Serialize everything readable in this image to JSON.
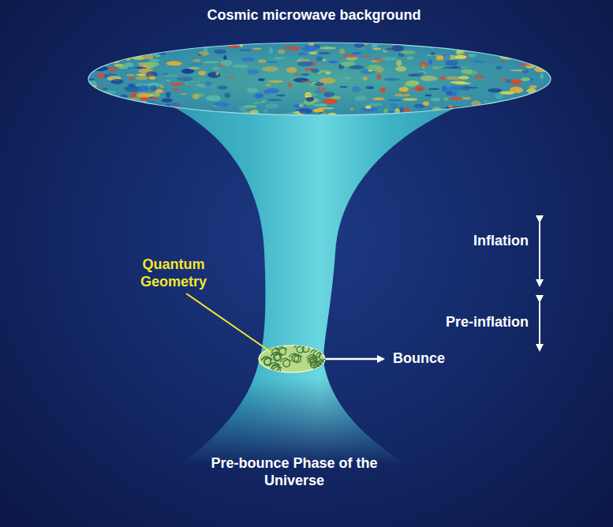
{
  "diagram": {
    "labels": [
      "Cosmic microwave background",
      "Quantum Geometry",
      "Inflation",
      "Pre-inflation",
      "Bounce",
      "Pre-bounce Phase of the Universe"
    ]
  }
}
